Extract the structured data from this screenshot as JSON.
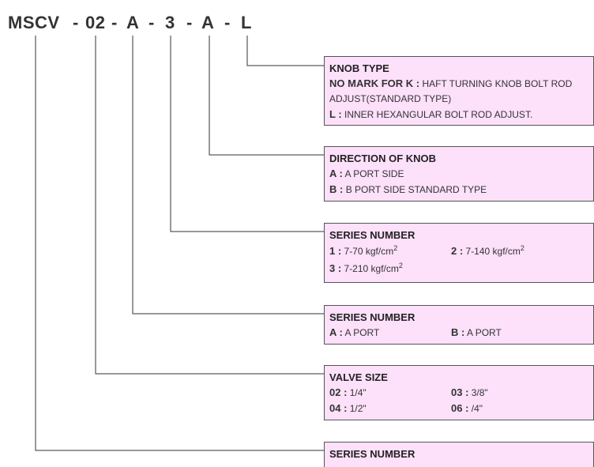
{
  "model_code": {
    "parts": [
      "MSCV",
      "-",
      "02",
      "-",
      "A",
      "-",
      "3",
      "-",
      "A",
      "-",
      "L"
    ]
  },
  "boxes": {
    "knob_type": {
      "title": "KNOB TYPE",
      "no_mark_key": "NO MARK FOR K :",
      "no_mark_text": "HAFT TURNING KNOB BOLT ROD",
      "no_mark_text_2": "ADJUST(STANDARD TYPE)",
      "l_key": "L :",
      "l_text": "INNER HEXANGULAR BOLT ROD ADJUST."
    },
    "direction_of_knob": {
      "title": "DIRECTION OF KNOB",
      "a_key": "A :",
      "a_text": "A PORT SIDE",
      "b_key": "B :",
      "b_text": "B PORT SIDE STANDARD TYPE"
    },
    "series_number_pressure": {
      "title": "SERIES NUMBER",
      "k1": "1 :",
      "v1": "7-70 kgf/cm",
      "k2": "2 :",
      "v2": "7-140 kgf/cm",
      "k3": "3 :",
      "v3": "7-210 kgf/cm",
      "sup": "2"
    },
    "series_number_port": {
      "title": "SERIES NUMBER",
      "a_key": "A :",
      "a_text": "A PORT",
      "b_key": "B :",
      "b_text": "A PORT"
    },
    "valve_size": {
      "title": "VALVE SIZE",
      "k02": "02 :",
      "v02": "1/4\"",
      "k03": "03 :",
      "v03": "3/8\"",
      "k04": "04 :",
      "v04": "1/2\"",
      "k06": "06 :",
      "v06": "/4\""
    },
    "series_number_base": {
      "title": "SERIES NUMBER"
    }
  }
}
